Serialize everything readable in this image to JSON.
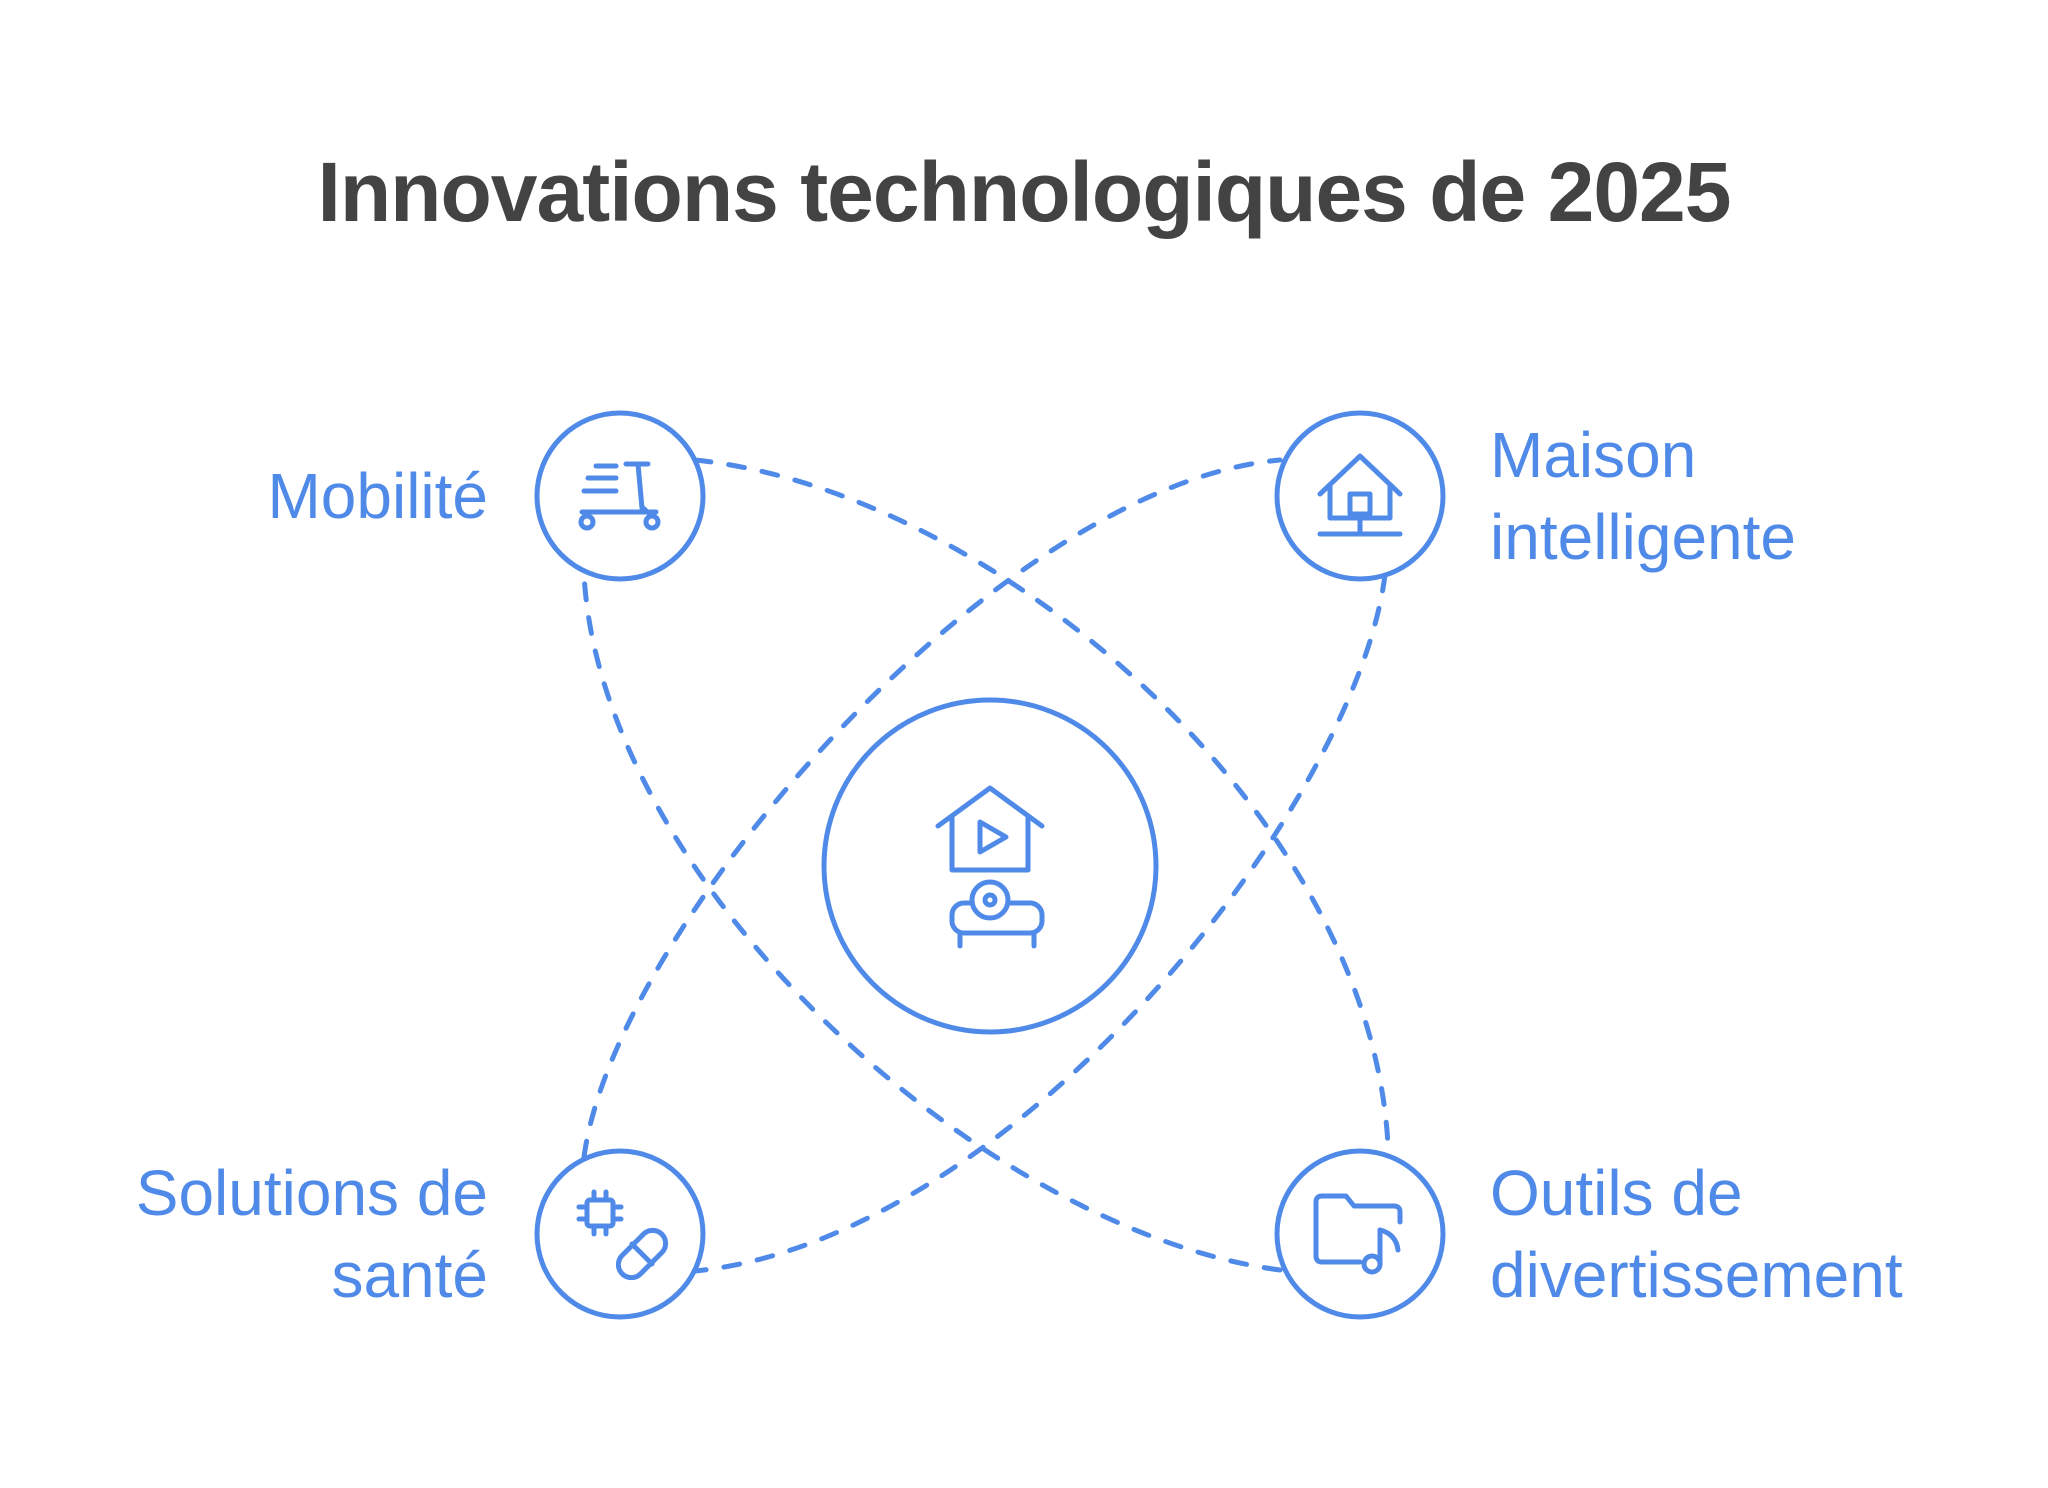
{
  "title": "Innovations technologiques de 2025",
  "colors": {
    "accent": "#4f8ae8",
    "title": "#434343",
    "background": "#ffffff"
  },
  "center": {
    "icon": "smart-home-entertainment-icon"
  },
  "nodes": [
    {
      "id": "mobilite",
      "lines": [
        "Mobilité"
      ],
      "icon": "scooter-icon"
    },
    {
      "id": "maison",
      "lines": [
        "Maison",
        "intelligente"
      ],
      "icon": "house-icon"
    },
    {
      "id": "sante",
      "lines": [
        "Solutions de",
        "santé"
      ],
      "icon": "chip-pill-icon"
    },
    {
      "id": "divertissement",
      "lines": [
        "Outils de",
        "divertissement"
      ],
      "icon": "music-folder-icon"
    }
  ]
}
